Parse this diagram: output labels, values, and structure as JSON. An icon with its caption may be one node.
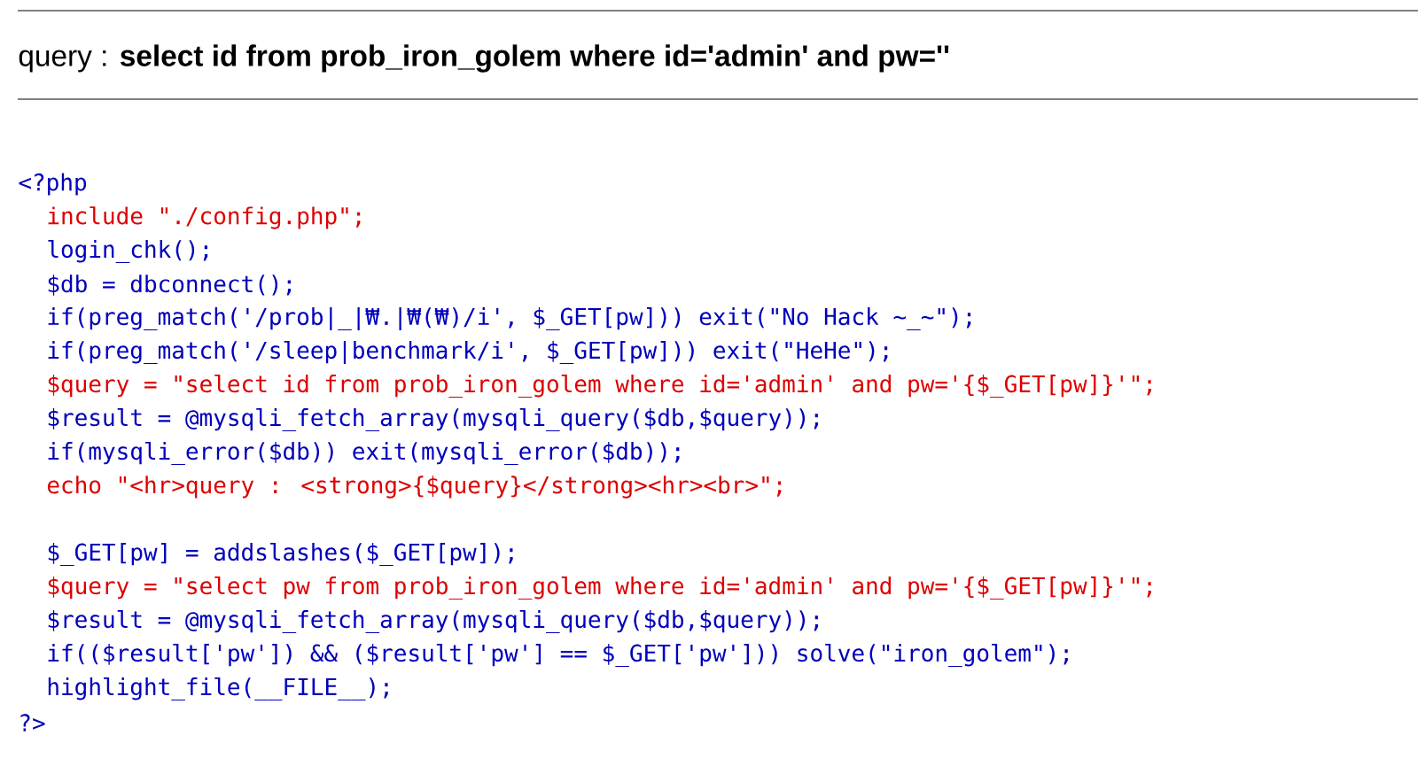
{
  "diagram": {
    "title": "query : **select id from prob_iron_golem where id='admin' and pw=''**",
    "labels": [
      "<?php",
      "include \"./config.php\";",
      "login_chk();",
      "$db = dbconnect();",
      "if(preg_match('/prob|_|₩.|₩(₩)/i', $_GET[pw])) exit(\"No Hack ~_~\");",
      "if(preg_match('/sleep|benchmark/i', $_GET[pw])) exit(\"HeHe\");",
      "$query = \"select id from prob_iron_golem where id='admin' and pw='{$_GET[pw]}'\";",
      "$result = @mysqli_fetch_array(mysqli_query($db,$query));",
      "if(mysqli_error($db)) exit(mysqli_error($db));",
      "echo \"<hr>query : <strong>{$query}</strong><hr><br>\";",
      "$_GET[pw] = addslashes($_GET[pw]);",
      "$query = \"select pw from prob_iron_golem where id='admin' and pw='{$_GET[pw]}'\";",
      "$result = @mysqli_fetch_array(mysqli_query($db,$query));",
      "if(($result['pw']) && ($result['pw'] == $_GET['pw'])) solve(\"iron_golem\");",
      "highlight_file(__FILE__);",
      "?>"
    ]
  }
}
